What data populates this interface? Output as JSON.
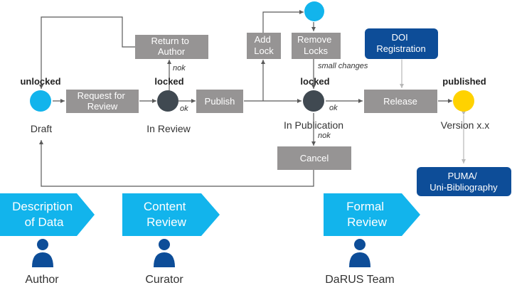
{
  "states": {
    "draft": {
      "status": "unlocked",
      "label": "Draft"
    },
    "review": {
      "status": "locked",
      "label": "In Review"
    },
    "publication": {
      "status": "locked",
      "label": "In Publication"
    },
    "version": {
      "status": "published",
      "label": "Version x.x"
    }
  },
  "actions": {
    "request_review": [
      "Request for",
      "Review"
    ],
    "publish": "Publish",
    "return_author": [
      "Return to",
      "Author"
    ],
    "add_lock": [
      "Add",
      "Lock"
    ],
    "remove_locks": [
      "Remove",
      "Locks"
    ],
    "release": "Release",
    "cancel": "Cancel"
  },
  "services": {
    "doi": [
      "DOI",
      "Registration"
    ],
    "puma": [
      "PUMA/",
      "Uni-Bibliography"
    ]
  },
  "edge_labels": {
    "ok": "ok",
    "nok": "nok",
    "small_changes": "small changes"
  },
  "phases": [
    {
      "lines": [
        "Description",
        "of Data"
      ],
      "role": "Author"
    },
    {
      "lines": [
        "Content",
        "Review"
      ],
      "role": "Curator"
    },
    {
      "lines": [
        "Formal",
        "Review"
      ],
      "role": "DaRUS Team"
    }
  ],
  "colors": {
    "cyan": "#12b4ec",
    "dark_node": "#404951",
    "gray_box": "#969494",
    "navy": "#0d4d98",
    "yellow": "#ffd200",
    "line": "#5a5a5a",
    "person": "#0d4d98"
  }
}
